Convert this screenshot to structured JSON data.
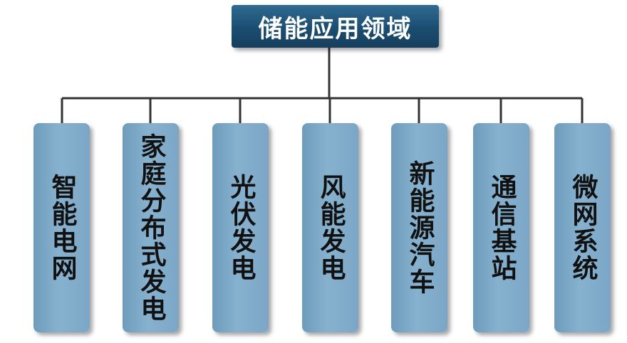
{
  "root": {
    "label": "储能应用领域"
  },
  "children": [
    {
      "label": "智能电网"
    },
    {
      "label": "家庭分布式发电"
    },
    {
      "label": "光伏发电"
    },
    {
      "label": "风能发电"
    },
    {
      "label": "新能源汽车"
    },
    {
      "label": "通信基站"
    },
    {
      "label": "微网系统"
    }
  ],
  "colors": {
    "root_fill": "#1b4d70",
    "root_text": "#ffffff",
    "child_fill": "#7ca6c5",
    "child_text": "#111111",
    "connector": "#333333"
  }
}
